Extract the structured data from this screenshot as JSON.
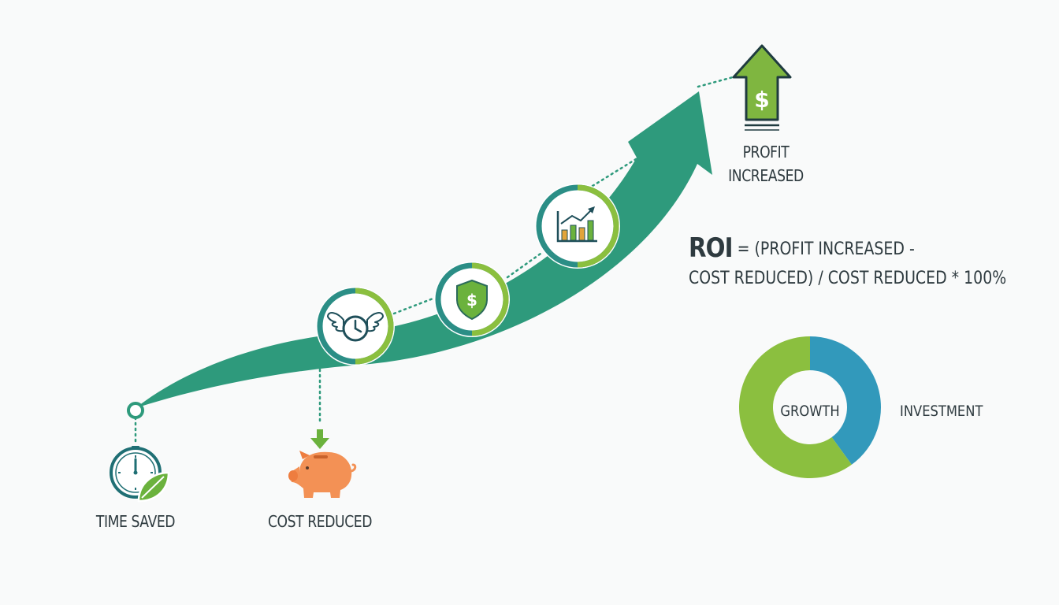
{
  "labels": {
    "time_saved": "TIME SAVED",
    "cost_reduced": "COST REDUCED",
    "profit_line1": "PROFIT",
    "profit_line2": "INCREASED"
  },
  "formula": {
    "roi": "ROI",
    "line1_rest": " = (PROFIT INCREASED -",
    "line2": "COST REDUCED) / COST REDUCED * 100%"
  },
  "donut": {
    "center_label": "GROWTH",
    "side_label": "INVESTMENT",
    "segments": [
      {
        "name": "investment",
        "fraction": 0.4,
        "color": "#3299bb"
      },
      {
        "name": "growth",
        "fraction": 0.6,
        "color": "#8bbf3f"
      }
    ]
  },
  "icons": {
    "profit_symbol": "$",
    "shield_symbol": "$"
  },
  "colors": {
    "teal": "#2e9a7c",
    "teal_dark": "#1f7e74",
    "lime": "#8bbf3f",
    "orange": "#f39155",
    "text": "#2e3a3f"
  }
}
